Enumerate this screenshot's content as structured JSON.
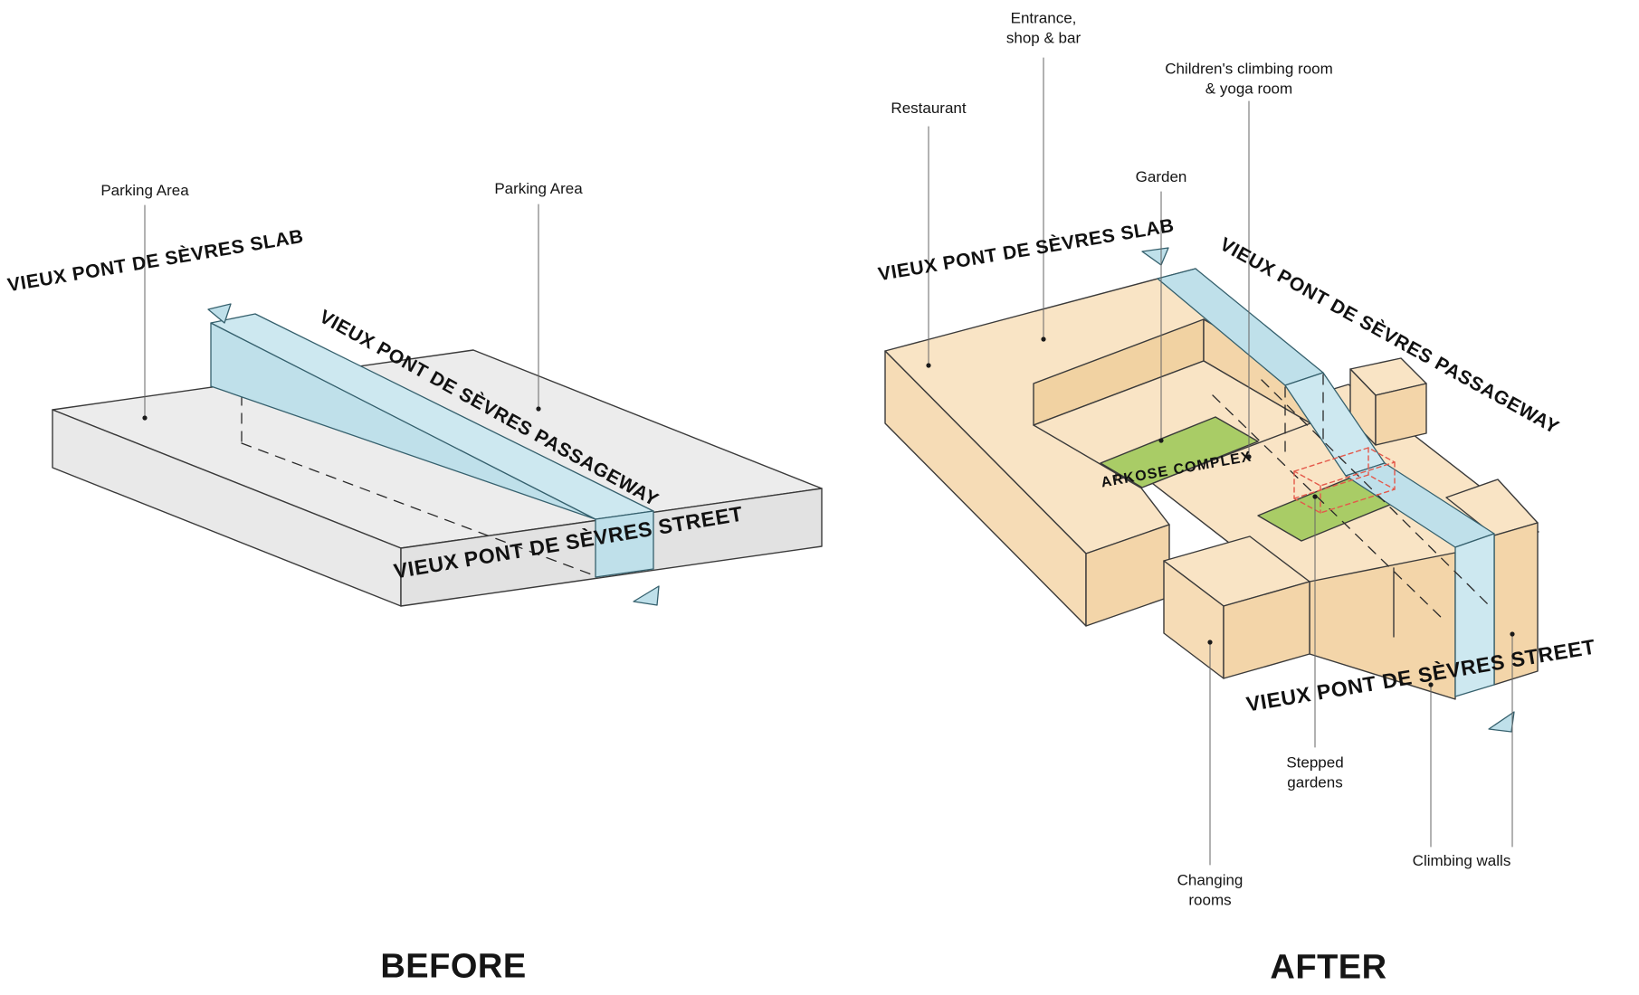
{
  "titles": {
    "before": "BEFORE",
    "after": "AFTER"
  },
  "colors": {
    "slab_gray": "#ececec",
    "complex_orange": "#f9e4c5",
    "passageway_blue": "#bfe0ea",
    "garden_green": "#a9cc66",
    "highlight_red": "#e4584a"
  },
  "before": {
    "callouts": {
      "parking_left": "Parking Area",
      "parking_right": "Parking Area"
    },
    "captions": {
      "slab": "VIEUX PONT DE SÈVRES SLAB",
      "passageway": "VIEUX PONT DE SÈVRES PASSAGEWAY",
      "street": "VIEUX PONT DE SÈVRES STREET"
    }
  },
  "after": {
    "callouts": {
      "restaurant": "Restaurant",
      "entrance": "Entrance,\nshop & bar",
      "children": "Children's climbing room\n& yoga room",
      "garden": "Garden",
      "stepped_gardens": "Stepped\ngardens",
      "changing_rooms": "Changing\nrooms",
      "climbing_walls": "Climbing walls"
    },
    "captions": {
      "slab": "VIEUX PONT DE SÈVRES SLAB",
      "passageway": "VIEUX PONT DE SÈVRES PASSAGEWAY",
      "street": "VIEUX PONT DE SÈVRES STREET",
      "complex": "ARKOSE COMPLEX"
    }
  }
}
